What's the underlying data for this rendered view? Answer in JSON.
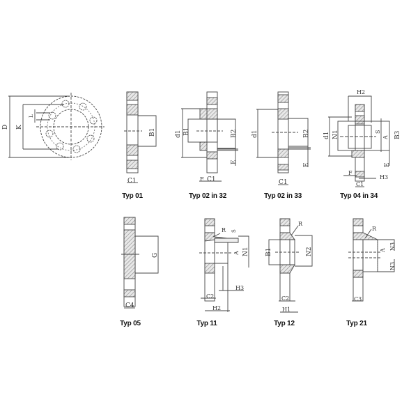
{
  "diagram": {
    "background": "#ffffff",
    "line_color": "#444444",
    "hatch_color": "#777777",
    "top_view": {
      "labels": {
        "outer_diameter": "D",
        "bolt_circle": "K",
        "bolt_hole": "L"
      },
      "bolt_hole_count": 8
    },
    "types": [
      {
        "id": "typ01",
        "caption": "Typ 01",
        "labels": [
          "B1",
          "C1"
        ]
      },
      {
        "id": "typ0232",
        "caption": "Typ 02 in 32",
        "labels": [
          "d1",
          "B1",
          "B2",
          "E",
          "F",
          "C1"
        ]
      },
      {
        "id": "typ0233",
        "caption": "Typ 02 in 33",
        "labels": [
          "d1",
          "B2",
          "E",
          "C1"
        ]
      },
      {
        "id": "typ0434",
        "caption": "Typ 04 in 34",
        "labels": [
          "H2",
          "d1",
          "N1",
          "S",
          "A",
          "B3",
          "E",
          "F",
          "H3",
          "C1"
        ]
      },
      {
        "id": "typ05",
        "caption": "Typ 05",
        "labels": [
          "G",
          "C4"
        ]
      },
      {
        "id": "typ11",
        "caption": "Typ 11",
        "labels": [
          "R",
          "S",
          "A",
          "N1",
          "H3",
          "C2",
          "H2"
        ]
      },
      {
        "id": "typ12",
        "caption": "Typ 12",
        "labels": [
          "R",
          "B1",
          "N2",
          "C2",
          "H1"
        ]
      },
      {
        "id": "typ21",
        "caption": "Typ 21",
        "labels": [
          "R",
          "A",
          "N3",
          "N3",
          "C3"
        ]
      }
    ]
  }
}
